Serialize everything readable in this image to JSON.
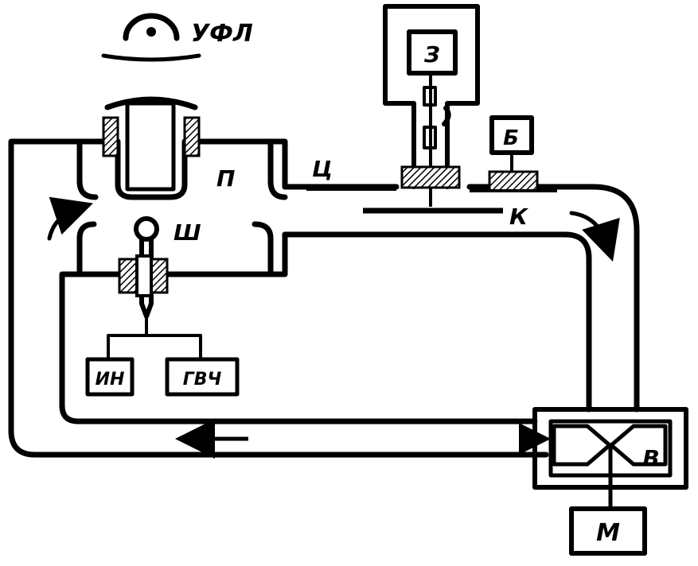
{
  "labels": {
    "ufl": "УФЛ",
    "p": "П",
    "sh": "Ш",
    "ts": "Ц",
    "z": "З",
    "b": "Б",
    "k": "К",
    "v": "В",
    "m": "М",
    "in": "ИН",
    "gvch": "ГВЧ"
  },
  "colors": {
    "line": "#000000",
    "background": "#ffffff"
  }
}
